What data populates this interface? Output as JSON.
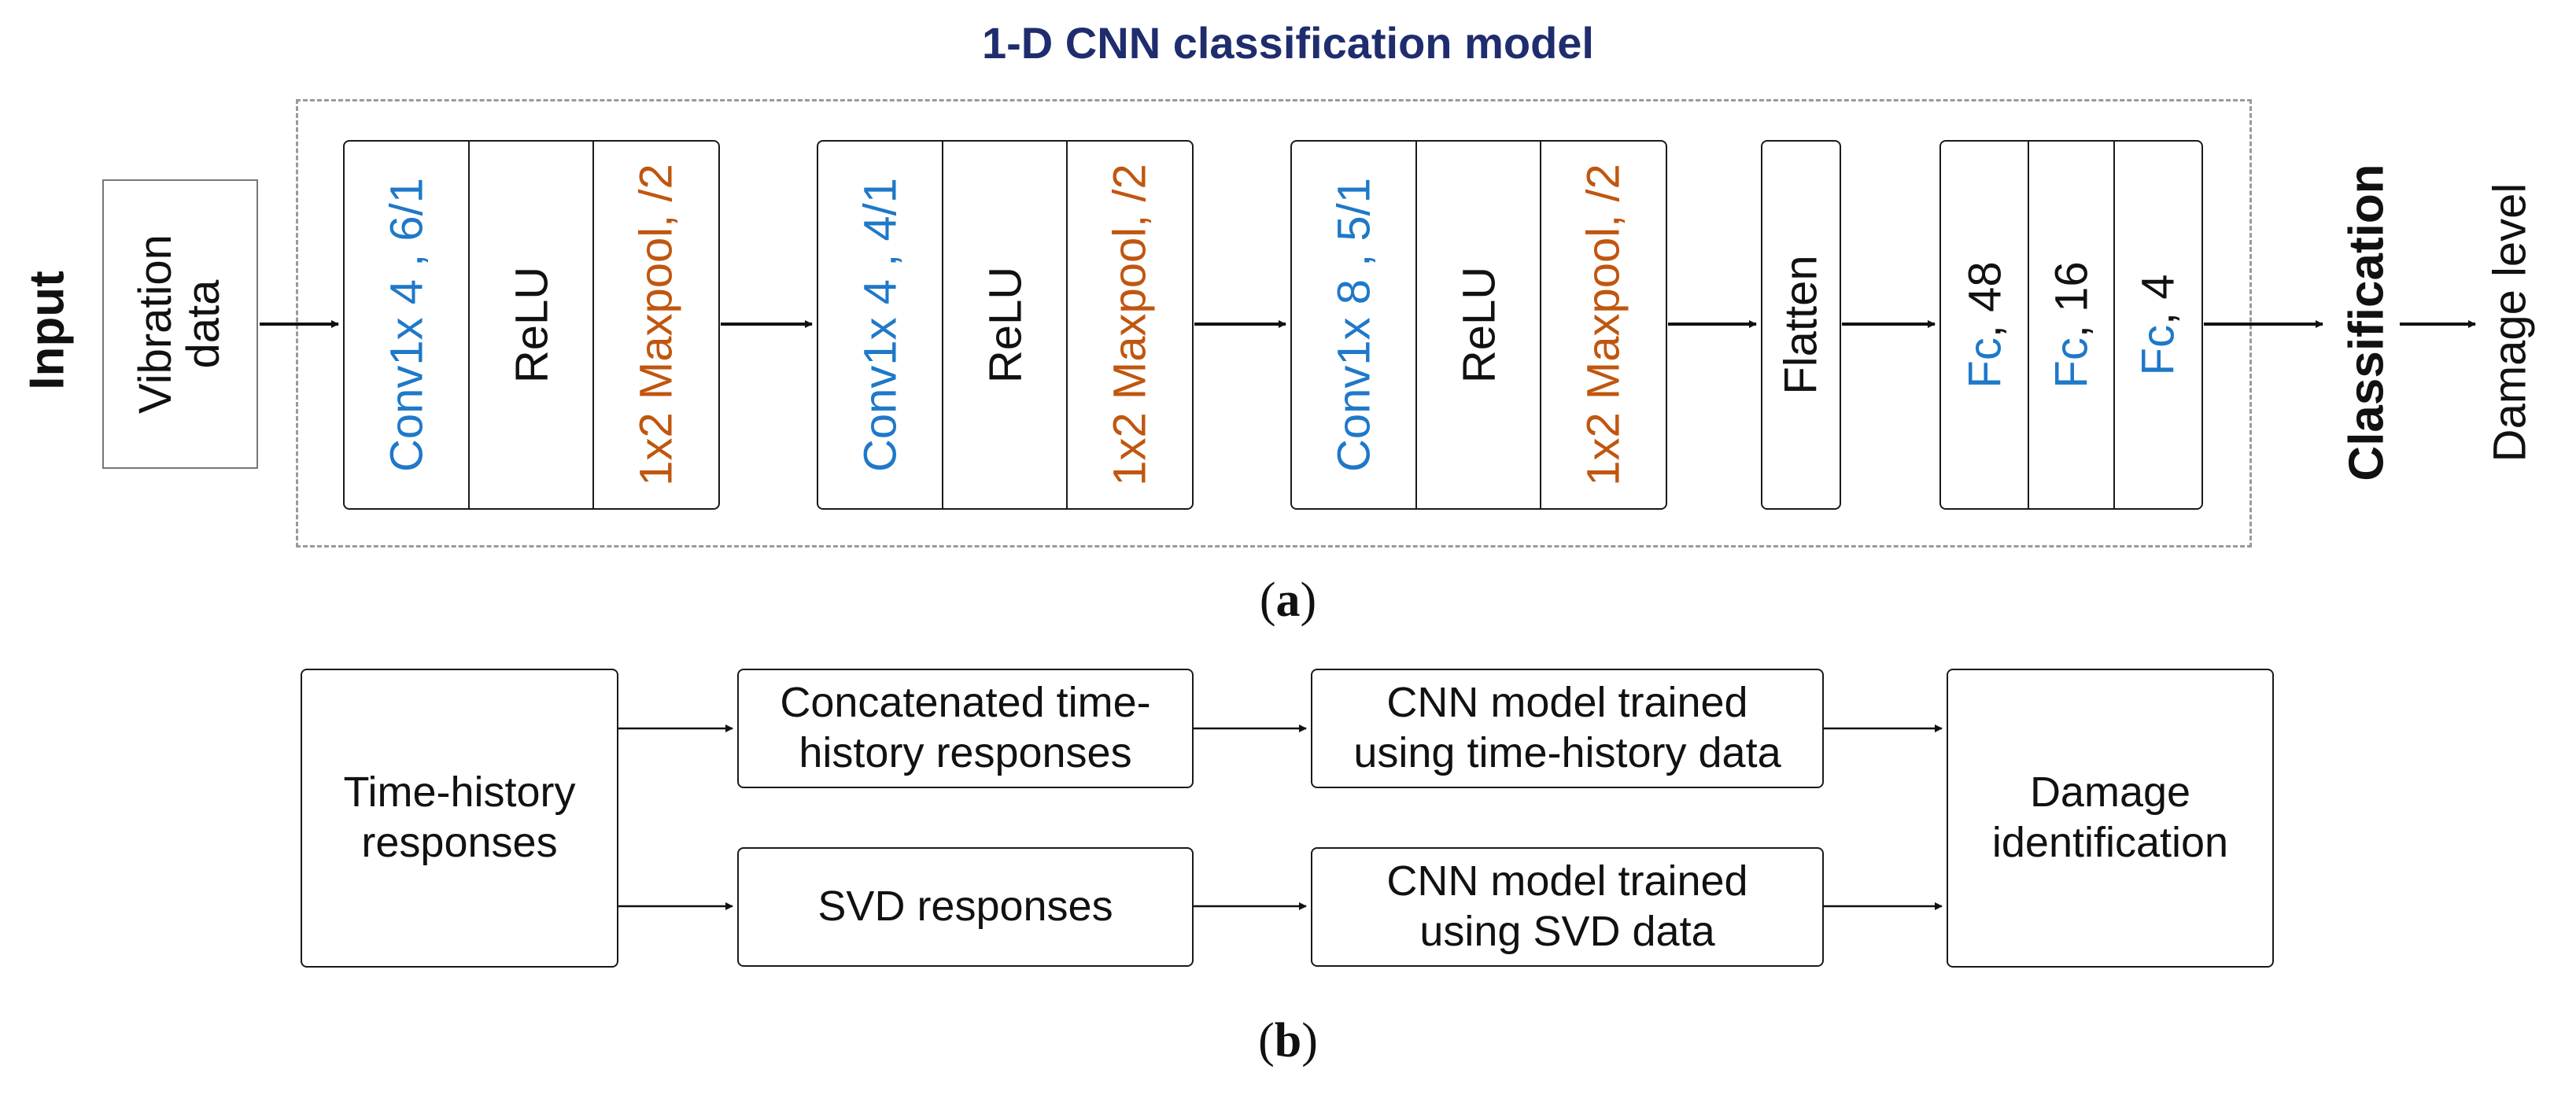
{
  "panel_a": {
    "title": "1-D CNN classification model",
    "input_label": "Input",
    "input_box": [
      "Vibration",
      "data"
    ],
    "block1": {
      "conv": "Conv1x 4 , 6/1",
      "relu": "ReLU",
      "pool": "1x2 Maxpool, /2"
    },
    "block2": {
      "conv": "Conv1x 4 , 4/1",
      "relu": "ReLU",
      "pool": "1x2 Maxpool, /2"
    },
    "block3": {
      "conv": "Conv1x 8 , 5/1",
      "relu": "ReLU",
      "pool": "1x2 Maxpool, /2"
    },
    "flatten": "Flatten",
    "fc": [
      {
        "prefix": "Fc",
        "size": ", 48"
      },
      {
        "prefix": "Fc",
        "size": ", 16"
      },
      {
        "prefix": "Fc",
        "size": ", 4"
      }
    ],
    "classification": "Classification",
    "output": "Damage level",
    "colors": {
      "title": "#1f2d6e",
      "conv": "#1f78c8",
      "pool": "#c0560f",
      "fc_prefix": "#1f78c8",
      "dashed_border": "#9a9a9a"
    }
  },
  "panel_b": {
    "time_history": [
      "Time-history",
      "responses"
    ],
    "concatenated": [
      "Concatenated time-",
      "history responses"
    ],
    "svd": "SVD responses",
    "cnn_time": [
      "CNN model trained",
      "using time-history data"
    ],
    "cnn_svd": [
      "CNN model trained",
      "using SVD data"
    ],
    "damage": [
      "Damage",
      "identification"
    ]
  },
  "labels": {
    "a": "a",
    "b": "b"
  }
}
